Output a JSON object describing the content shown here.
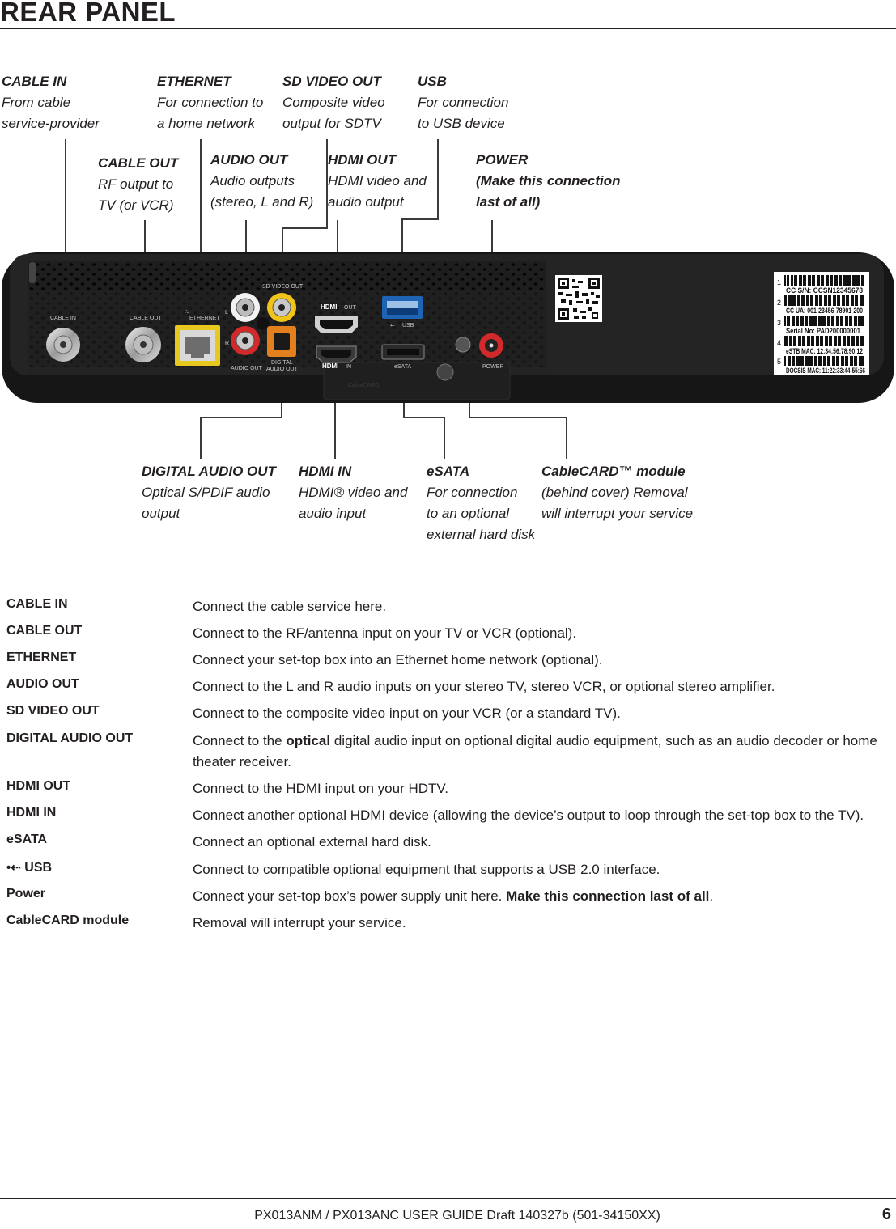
{
  "title": "REAR PANEL",
  "callouts_top": {
    "cable_in": {
      "heading": "CABLE IN",
      "desc": "From cable\nservice-provider"
    },
    "ethernet": {
      "heading": "ETHERNET",
      "desc": "For connection to\na home network"
    },
    "sd_video_out": {
      "heading": "SD VIDEO OUT",
      "desc": "Composite video\noutput for SDTV"
    },
    "usb": {
      "heading": "USB",
      "desc": "For connection\nto USB device"
    },
    "cable_out": {
      "heading": "CABLE OUT",
      "desc": "RF output to\nTV (or VCR)"
    },
    "audio_out": {
      "heading": "AUDIO OUT",
      "desc": "Audio outputs\n(stereo, L and R)"
    },
    "hdmi_out": {
      "heading": "HDMI OUT",
      "desc": "HDMI video and\naudio output"
    },
    "power": {
      "heading": "POWER",
      "desc": "(Make this connection\nlast of all)"
    }
  },
  "callouts_bottom": {
    "digital_audio_out": {
      "heading": "DIGITAL AUDIO OUT",
      "desc": "Optical S/PDIF audio\noutput"
    },
    "hdmi_in": {
      "heading": "HDMI IN",
      "desc": "HDMI® video and\naudio input"
    },
    "esata": {
      "heading": "eSATA",
      "desc": "For connection\nto an optional\nexternal hard disk"
    },
    "cablecard": {
      "heading": "CableCARD™ module",
      "desc": "(behind cover) Removal\nwill interrupt your service"
    }
  },
  "device_labels": {
    "cable_in": "CABLE IN",
    "cable_out": "CABLE OUT",
    "ethernet": "ETHERNET",
    "sd_video_out": "SD VIDEO OUT",
    "audio_out": "AUDIO OUT",
    "digital_audio_out_1": "DIGITAL",
    "digital_audio_out_2": "AUDIO OUT",
    "l": "L",
    "r": "R",
    "hdmi_out": "OUT",
    "hdmi_in": "IN",
    "hdmi_word": "HDMI",
    "usb": "USB",
    "esata": "eSATA",
    "power": "POWER",
    "cablecard": "CableCARD"
  },
  "sticker": {
    "lines": [
      {
        "num": "1",
        "text": "CC S/N: CCSN12345678"
      },
      {
        "num": "2",
        "text": "CC UA: 001-23456-78901-200"
      },
      {
        "num": "3",
        "text": "Serial No: PAD200000001"
      },
      {
        "num": "4",
        "text": "eSTB MAC: 12:34:56:78:90:12"
      },
      {
        "num": "5",
        "text": "DOCSIS MAC: 11:22:33:44:55:66"
      }
    ]
  },
  "table": {
    "rows": [
      {
        "name": "CABLE IN",
        "desc": "Connect the cable service here."
      },
      {
        "name": "CABLE OUT",
        "desc": "Connect to the RF/antenna input on your TV or VCR (optional)."
      },
      {
        "name": "ETHERNET",
        "desc": "Connect your set-top box into an Ethernet home network (optional)."
      },
      {
        "name": "AUDIO OUT",
        "desc": "Connect to the L and R audio inputs on your stereo TV, stereo VCR, or optional stereo amplifier."
      },
      {
        "name": "SD VIDEO OUT",
        "desc": "Connect to the composite video input on your VCR (or a standard TV)."
      },
      {
        "name": "DIGITAL AUDIO OUT",
        "desc_pre": "Connect to the ",
        "desc_bold": "optical",
        "desc_post": " digital audio input on optional digital audio equipment, such as an audio decoder or home theater receiver."
      },
      {
        "name": "HDMI OUT",
        "desc": "Connect to the HDMI input on your HDTV."
      },
      {
        "name": "HDMI IN",
        "desc": "Connect another optional HDMI device (allowing the device’s output to loop through the set-top box to the TV)."
      },
      {
        "name": "eSATA",
        "desc": "Connect an optional external hard disk."
      },
      {
        "name": "USB",
        "desc": "Connect to compatible optional equipment that supports a USB 2.0 interface."
      },
      {
        "name": "Power",
        "desc_pre": "Connect your set-top box’s power supply unit here. ",
        "desc_bold": "Make this connection last of all",
        "desc_post": "."
      },
      {
        "name": "CableCARD module",
        "desc": "Removal will interrupt your service."
      }
    ]
  },
  "footer": {
    "doc": "PX013ANM / PX013ANC USER GUIDE Draft 140327b (501-34150XX)",
    "page": "6"
  },
  "colors": {
    "text": "#231f20",
    "device_body": "#1c1c1c",
    "usb_blue": "#1f64b4",
    "ethernet_yellow": "#e6c81e",
    "rca_red": "#d22a2a",
    "rca_yellow": "#f0c419",
    "optical_orange": "#e2801e"
  }
}
